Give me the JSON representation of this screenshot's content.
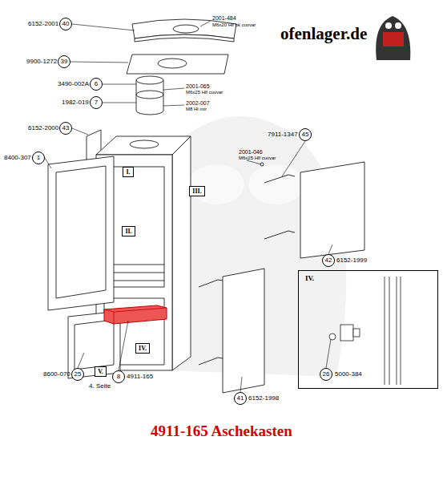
{
  "diagram": {
    "caption": "4911-165 Aschekasten",
    "nodes": [
      {
        "text": [
          "40"
        ]
      },
      {
        "text": [
          "39"
        ]
      },
      {
        "text": [
          "6"
        ]
      },
      {
        "text": [
          "7"
        ]
      },
      {
        "text": [
          "43"
        ]
      },
      {
        "text": [
          "1"
        ]
      },
      {
        "text": [
          "45"
        ]
      },
      {
        "text": [
          "I."
        ]
      },
      {
        "text": [
          "III."
        ]
      },
      {
        "text": [
          "II."
        ]
      },
      {
        "text": [
          "42"
        ]
      },
      {
        "text": [
          "IV."
        ]
      },
      {
        "text": [
          "8"
        ]
      },
      {
        "text": [
          "IV."
        ]
      },
      {
        "text": [
          "26"
        ],
        "in": 11
      },
      {
        "text": [
          "V."
        ]
      },
      {
        "text": [
          "25"
        ]
      },
      {
        "text": [
          "41"
        ]
      }
    ],
    "labels": [
      "ofenlager.de",
      "6152-2001",
      "2001-484",
      "M6x20 Hlf bk cuvvar",
      "9900-1272",
      "3490-002A",
      "2001-065",
      "M6x25 Hlf cuvvar",
      "1982-019",
      "2002-007",
      "M8 Hl mtr",
      "6152-2000",
      "7911-1347",
      "8400-307",
      "2001-046",
      "M6x25 Hlf cuvvar",
      "6152-1999",
      "4911-165",
      "8600-070",
      "4. Seite",
      "6152-1998",
      "5000-384"
    ]
  }
}
